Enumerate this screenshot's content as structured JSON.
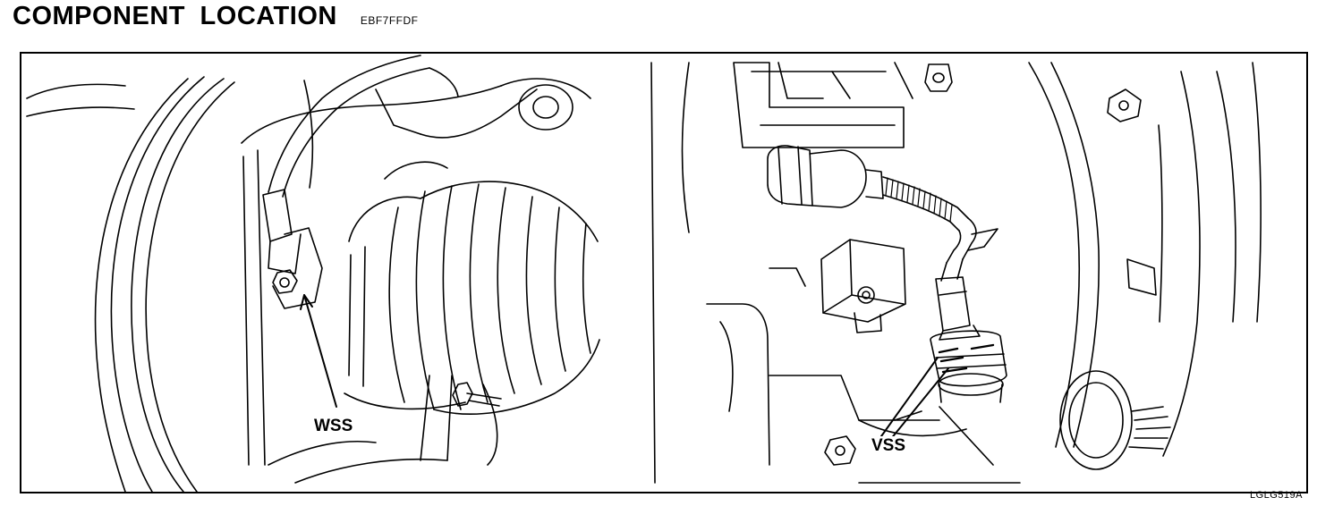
{
  "header": {
    "title": "COMPONENT LOCATION",
    "code": "EBF7FFDF"
  },
  "diagram": {
    "left_panel": {
      "callout": "WSS"
    },
    "right_panel": {
      "callout": "VSS"
    }
  },
  "figure_ref": "LGLG519A"
}
